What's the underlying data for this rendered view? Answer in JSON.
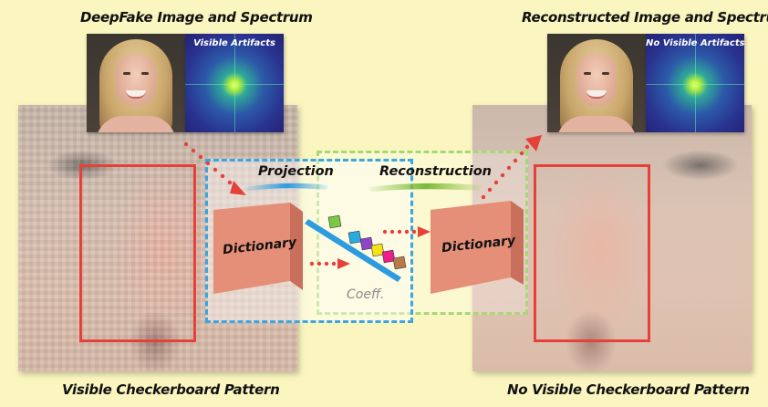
{
  "titles": {
    "left": "DeepFake Image and Spectrum",
    "right": "Reconstructed Image and Spectrum"
  },
  "spectrum_labels": {
    "left": "Visible Artifacts",
    "right": "No Visible Artifacts"
  },
  "captions": {
    "left": "Visible Checkerboard Pattern",
    "right": "No Visible Checkerboard Pattern"
  },
  "stages": {
    "projection": "Projection",
    "reconstruction": "Reconstruction"
  },
  "dictionary_label": "Dictionary",
  "coeff_label": "Coeff.",
  "colors": {
    "background": "#fbf6c0",
    "red_box": "#e6403a",
    "blue_dash": "#3aa6e0",
    "green_dash": "#a8d876",
    "dictionary": "#e58f78",
    "arrow_dots": "#e6403a",
    "coeff_squares": [
      "#7ac943",
      "#29abe2",
      "#8e44c8",
      "#f4e116",
      "#ec1e8c",
      "#b97a4a"
    ]
  }
}
